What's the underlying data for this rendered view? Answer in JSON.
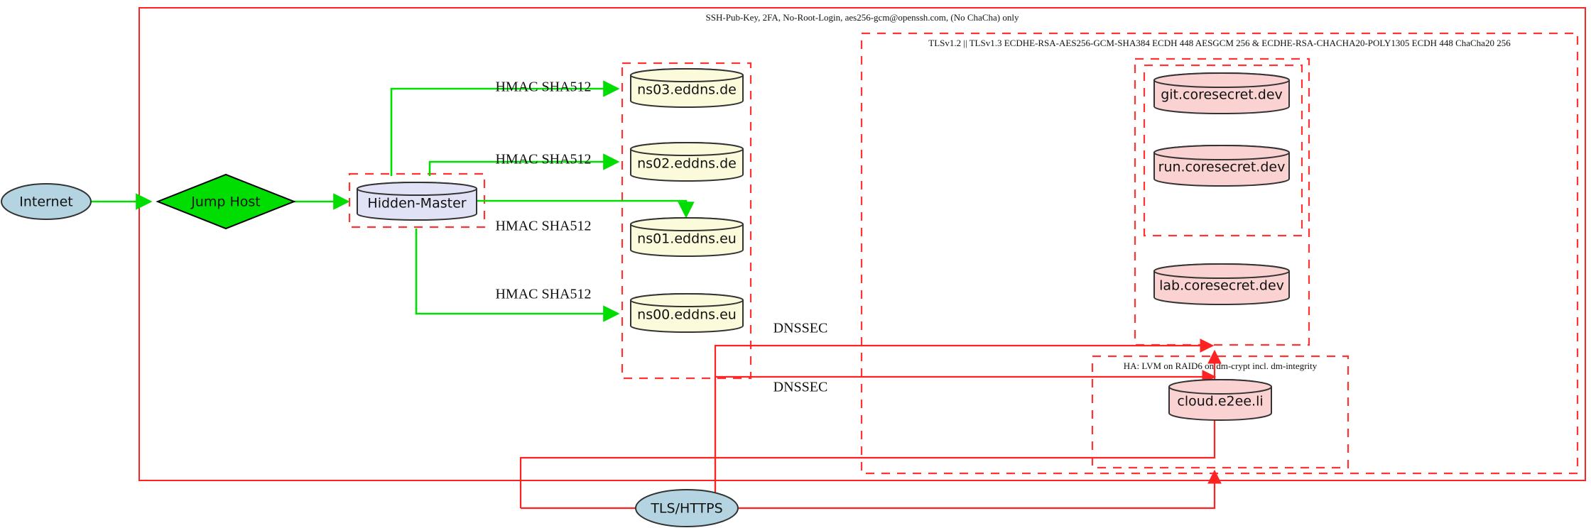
{
  "diagram": {
    "title_label": "SSH-Pub-Key, 2FA, No-Root-Login, aes256-gcm@openssh.com, (No ChaCha) only",
    "clusters": [
      {
        "id": "outer",
        "label": "SSH-Pub-Key, 2FA, No-Root-Login, aes256-gcm@openssh.com, (No ChaCha) only",
        "style": "solid",
        "color": "#ff2222"
      },
      {
        "id": "tls",
        "label": "TLSv1.2 || TLSv1.3 ECDHE-RSA-AES256-GCM-SHA384 ECDH 448 AESGCM 256 & ECDHE-RSA-CHACHA20-POLY1305 ECDH 448 ChaCha20 256",
        "style": "dashed",
        "color": "#ff3333"
      },
      {
        "id": "ha",
        "label": "HA: LVM on RAID6 on dm-crypt incl. dm-integrity",
        "style": "dashed",
        "color": "#ff3333"
      },
      {
        "id": "hidden-master-box",
        "label": "",
        "style": "dashed",
        "color": "#ff3333"
      },
      {
        "id": "eddns-box",
        "label": "",
        "style": "dashed",
        "color": "#ff3333"
      },
      {
        "id": "coresecret-outer-box",
        "label": "",
        "style": "dashed",
        "color": "#ff3333"
      },
      {
        "id": "coresecret-inner-box",
        "label": "",
        "style": "dashed",
        "color": "#ff3333"
      }
    ],
    "nodes": [
      {
        "id": "internet",
        "label": "Internet",
        "shape": "ellipse",
        "fill": "#b4d4e1"
      },
      {
        "id": "jumphost",
        "label": "Jump Host",
        "shape": "diamond",
        "fill": "#00dd00"
      },
      {
        "id": "hiddenmaster",
        "label": "Hidden-Master",
        "shape": "cylinder",
        "fill": "#e2e2f7"
      },
      {
        "id": "ns03",
        "label": "ns03.eddns.de",
        "shape": "cylinder",
        "fill": "#fbfbdb"
      },
      {
        "id": "ns02",
        "label": "ns02.eddns.de",
        "shape": "cylinder",
        "fill": "#fbfbdb"
      },
      {
        "id": "ns01",
        "label": "ns01.eddns.eu",
        "shape": "cylinder",
        "fill": "#fbfbdb"
      },
      {
        "id": "ns00",
        "label": "ns00.eddns.eu",
        "shape": "cylinder",
        "fill": "#fbfbdb"
      },
      {
        "id": "git",
        "label": "git.coresecret.dev",
        "shape": "cylinder",
        "fill": "#fbd2d2"
      },
      {
        "id": "run",
        "label": "run.coresecret.dev",
        "shape": "cylinder",
        "fill": "#fbd2d2"
      },
      {
        "id": "lab",
        "label": "lab.coresecret.dev",
        "shape": "cylinder",
        "fill": "#fbd2d2"
      },
      {
        "id": "cloud",
        "label": "cloud.e2ee.li",
        "shape": "cylinder",
        "fill": "#fbd2d2"
      },
      {
        "id": "tlshttps",
        "label": "TLS/HTTPS",
        "shape": "ellipse",
        "fill": "#b4d4e1"
      }
    ],
    "edges": [
      {
        "id": "internet-jumphost",
        "from": "internet",
        "to": "jumphost",
        "label": "",
        "color": "#00dd00"
      },
      {
        "id": "jumphost-hiddenmaster",
        "from": "jumphost",
        "to": "hiddenmaster",
        "label": "",
        "color": "#00dd00"
      },
      {
        "id": "hm-ns03",
        "from": "hiddenmaster",
        "to": "ns03",
        "label": "HMAC SHA512",
        "color": "#00dd00"
      },
      {
        "id": "hm-ns02",
        "from": "hiddenmaster",
        "to": "ns02",
        "label": "HMAC SHA512",
        "color": "#00dd00"
      },
      {
        "id": "hm-ns01",
        "from": "hiddenmaster",
        "to": "ns01",
        "label": "HMAC SHA512",
        "color": "#00dd00"
      },
      {
        "id": "hm-ns00",
        "from": "hiddenmaster",
        "to": "ns00",
        "label": "HMAC SHA512",
        "color": "#00dd00"
      },
      {
        "id": "dnssec-upper",
        "from": "tlshttps",
        "to": "coresecret",
        "label": "DNSSEC",
        "color": "#ff2222"
      },
      {
        "id": "dnssec-lower",
        "from": "tlshttps",
        "to": "cloud",
        "label": "DNSSEC",
        "color": "#ff2222"
      },
      {
        "id": "tls-cloud",
        "from": "tlshttps",
        "to": "cloud",
        "label": "",
        "color": "#ff2222"
      }
    ],
    "labels": {
      "hmac": "HMAC SHA512",
      "dnssec": "DNSSEC"
    },
    "colors": {
      "frame_red": "#ff2222",
      "dashed_red": "#ff3333",
      "edge_green": "#00dd00",
      "fill_blue": "#b4d4e1",
      "fill_green": "#00dd00",
      "fill_lavender": "#e2e2f7",
      "fill_yellow": "#fbfbdb",
      "fill_pink": "#fbd2d2"
    }
  }
}
